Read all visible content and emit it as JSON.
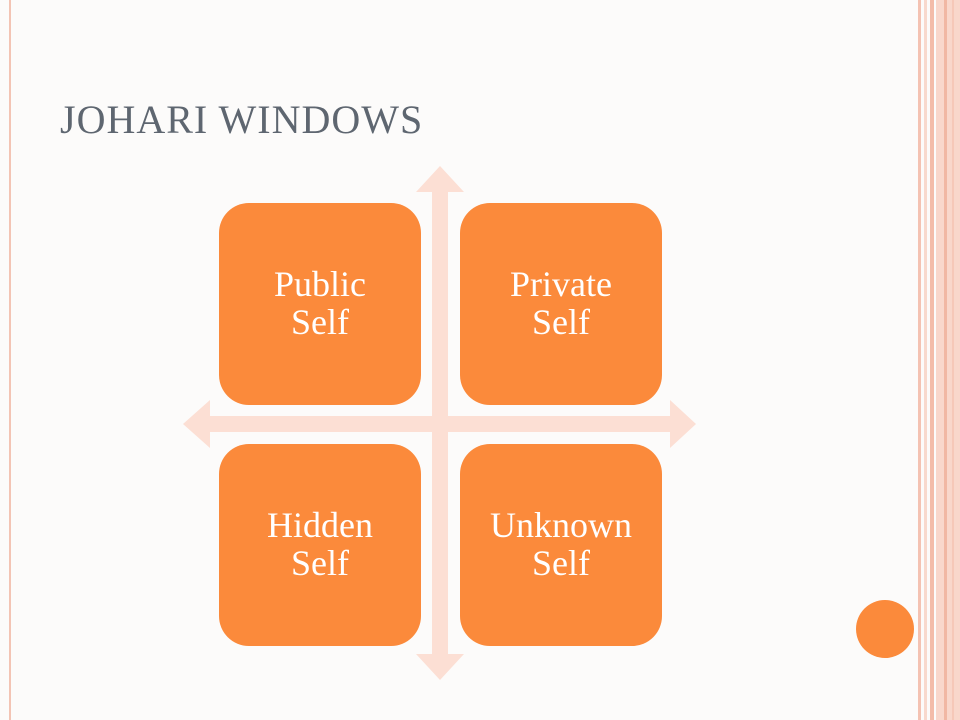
{
  "slide": {
    "title": "JOHARI WINDOWS"
  },
  "quadrants": [
    {
      "line1": "Public",
      "line2": "Self"
    },
    {
      "line1": "Private",
      "line2": "Self"
    },
    {
      "line1": "Hidden",
      "line2": "Self"
    },
    {
      "line1": "Unknown",
      "line2": "Self"
    }
  ],
  "colors": {
    "quadrant_fill": "#fb8a3b",
    "arrow_fill": "#fcdfd4",
    "title_text": "#5e6670",
    "frame_accent": "#f4c2b2",
    "background": "#fcfbfa"
  }
}
